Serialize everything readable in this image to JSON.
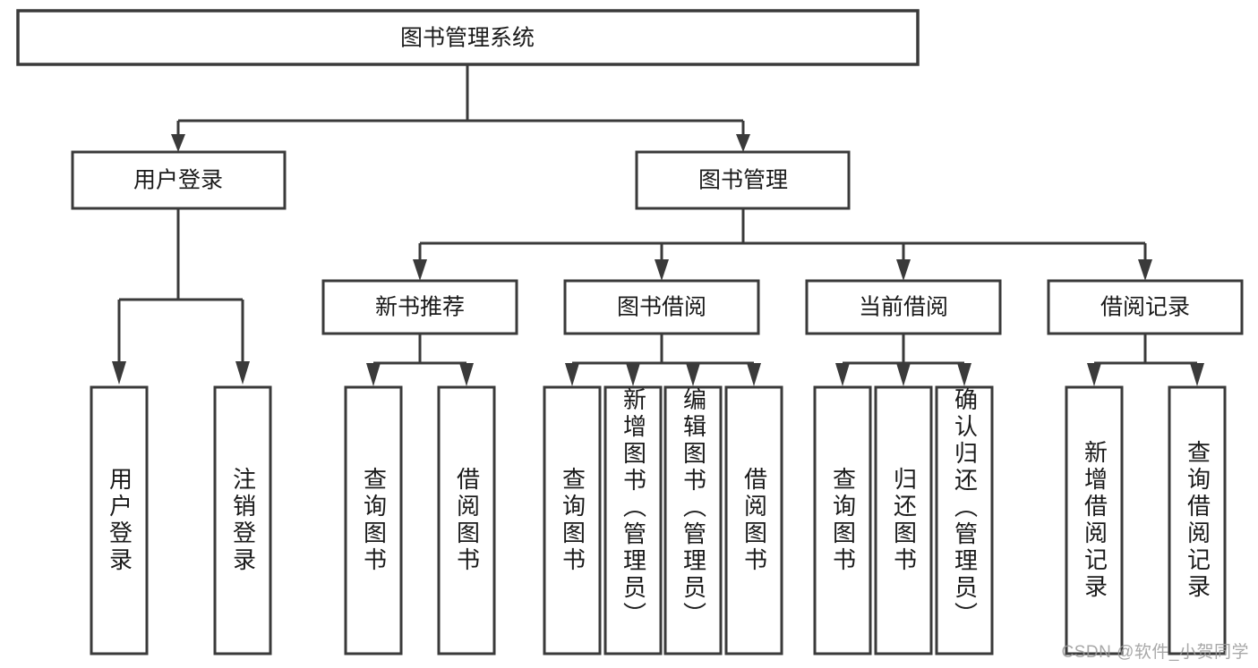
{
  "diagram": {
    "title": "图书管理系统",
    "type": "hierarchy-tree",
    "watermark": "CSDN @软件_小贺同学",
    "colors": {
      "box_stroke": "#3a3a3a",
      "box_fill": "#ffffff",
      "text": "#1a1a1a",
      "background": "#ffffff",
      "watermark": "#9a9a9a"
    },
    "levels": {
      "level1": [
        {
          "id": "root",
          "label": "图书管理系统"
        }
      ],
      "level2": [
        {
          "id": "user-login",
          "label": "用户登录"
        },
        {
          "id": "book-manage",
          "label": "图书管理"
        }
      ],
      "level3": [
        {
          "id": "new-book-recommend",
          "label": "新书推荐"
        },
        {
          "id": "book-borrow",
          "label": "图书借阅"
        },
        {
          "id": "current-borrow",
          "label": "当前借阅"
        },
        {
          "id": "borrow-record",
          "label": "借阅记录"
        }
      ],
      "level4": [
        {
          "id": "leaf-user-login",
          "label": "用户登录"
        },
        {
          "id": "leaf-logout",
          "label": "注销登录"
        },
        {
          "id": "leaf-query-book-1",
          "label": "查询图书"
        },
        {
          "id": "leaf-borrow-book-1",
          "label": "借阅图书"
        },
        {
          "id": "leaf-query-book-2",
          "label": "查询图书"
        },
        {
          "id": "leaf-add-book",
          "label": "新增图书（管理员）"
        },
        {
          "id": "leaf-edit-book",
          "label": "编辑图书（管理员）"
        },
        {
          "id": "leaf-borrow-book-2",
          "label": "借阅图书"
        },
        {
          "id": "leaf-query-book-3",
          "label": "查询图书"
        },
        {
          "id": "leaf-return-book",
          "label": "归还图书"
        },
        {
          "id": "leaf-confirm-return",
          "label": "确认归还（管理员）"
        },
        {
          "id": "leaf-add-record",
          "label": "新增借阅记录"
        },
        {
          "id": "leaf-query-record",
          "label": "查询借阅记录"
        }
      ]
    },
    "edges": [
      {
        "from": "root",
        "to": "user-login"
      },
      {
        "from": "root",
        "to": "book-manage"
      },
      {
        "from": "user-login",
        "to": "leaf-user-login"
      },
      {
        "from": "user-login",
        "to": "leaf-logout"
      },
      {
        "from": "book-manage",
        "to": "new-book-recommend"
      },
      {
        "from": "book-manage",
        "to": "book-borrow"
      },
      {
        "from": "book-manage",
        "to": "current-borrow"
      },
      {
        "from": "book-manage",
        "to": "borrow-record"
      },
      {
        "from": "new-book-recommend",
        "to": "leaf-query-book-1"
      },
      {
        "from": "new-book-recommend",
        "to": "leaf-borrow-book-1"
      },
      {
        "from": "book-borrow",
        "to": "leaf-query-book-2"
      },
      {
        "from": "book-borrow",
        "to": "leaf-add-book"
      },
      {
        "from": "book-borrow",
        "to": "leaf-edit-book"
      },
      {
        "from": "book-borrow",
        "to": "leaf-borrow-book-2"
      },
      {
        "from": "current-borrow",
        "to": "leaf-query-book-3"
      },
      {
        "from": "current-borrow",
        "to": "leaf-return-book"
      },
      {
        "from": "current-borrow",
        "to": "leaf-confirm-return"
      },
      {
        "from": "borrow-record",
        "to": "leaf-add-record"
      },
      {
        "from": "borrow-record",
        "to": "leaf-query-record"
      }
    ]
  }
}
